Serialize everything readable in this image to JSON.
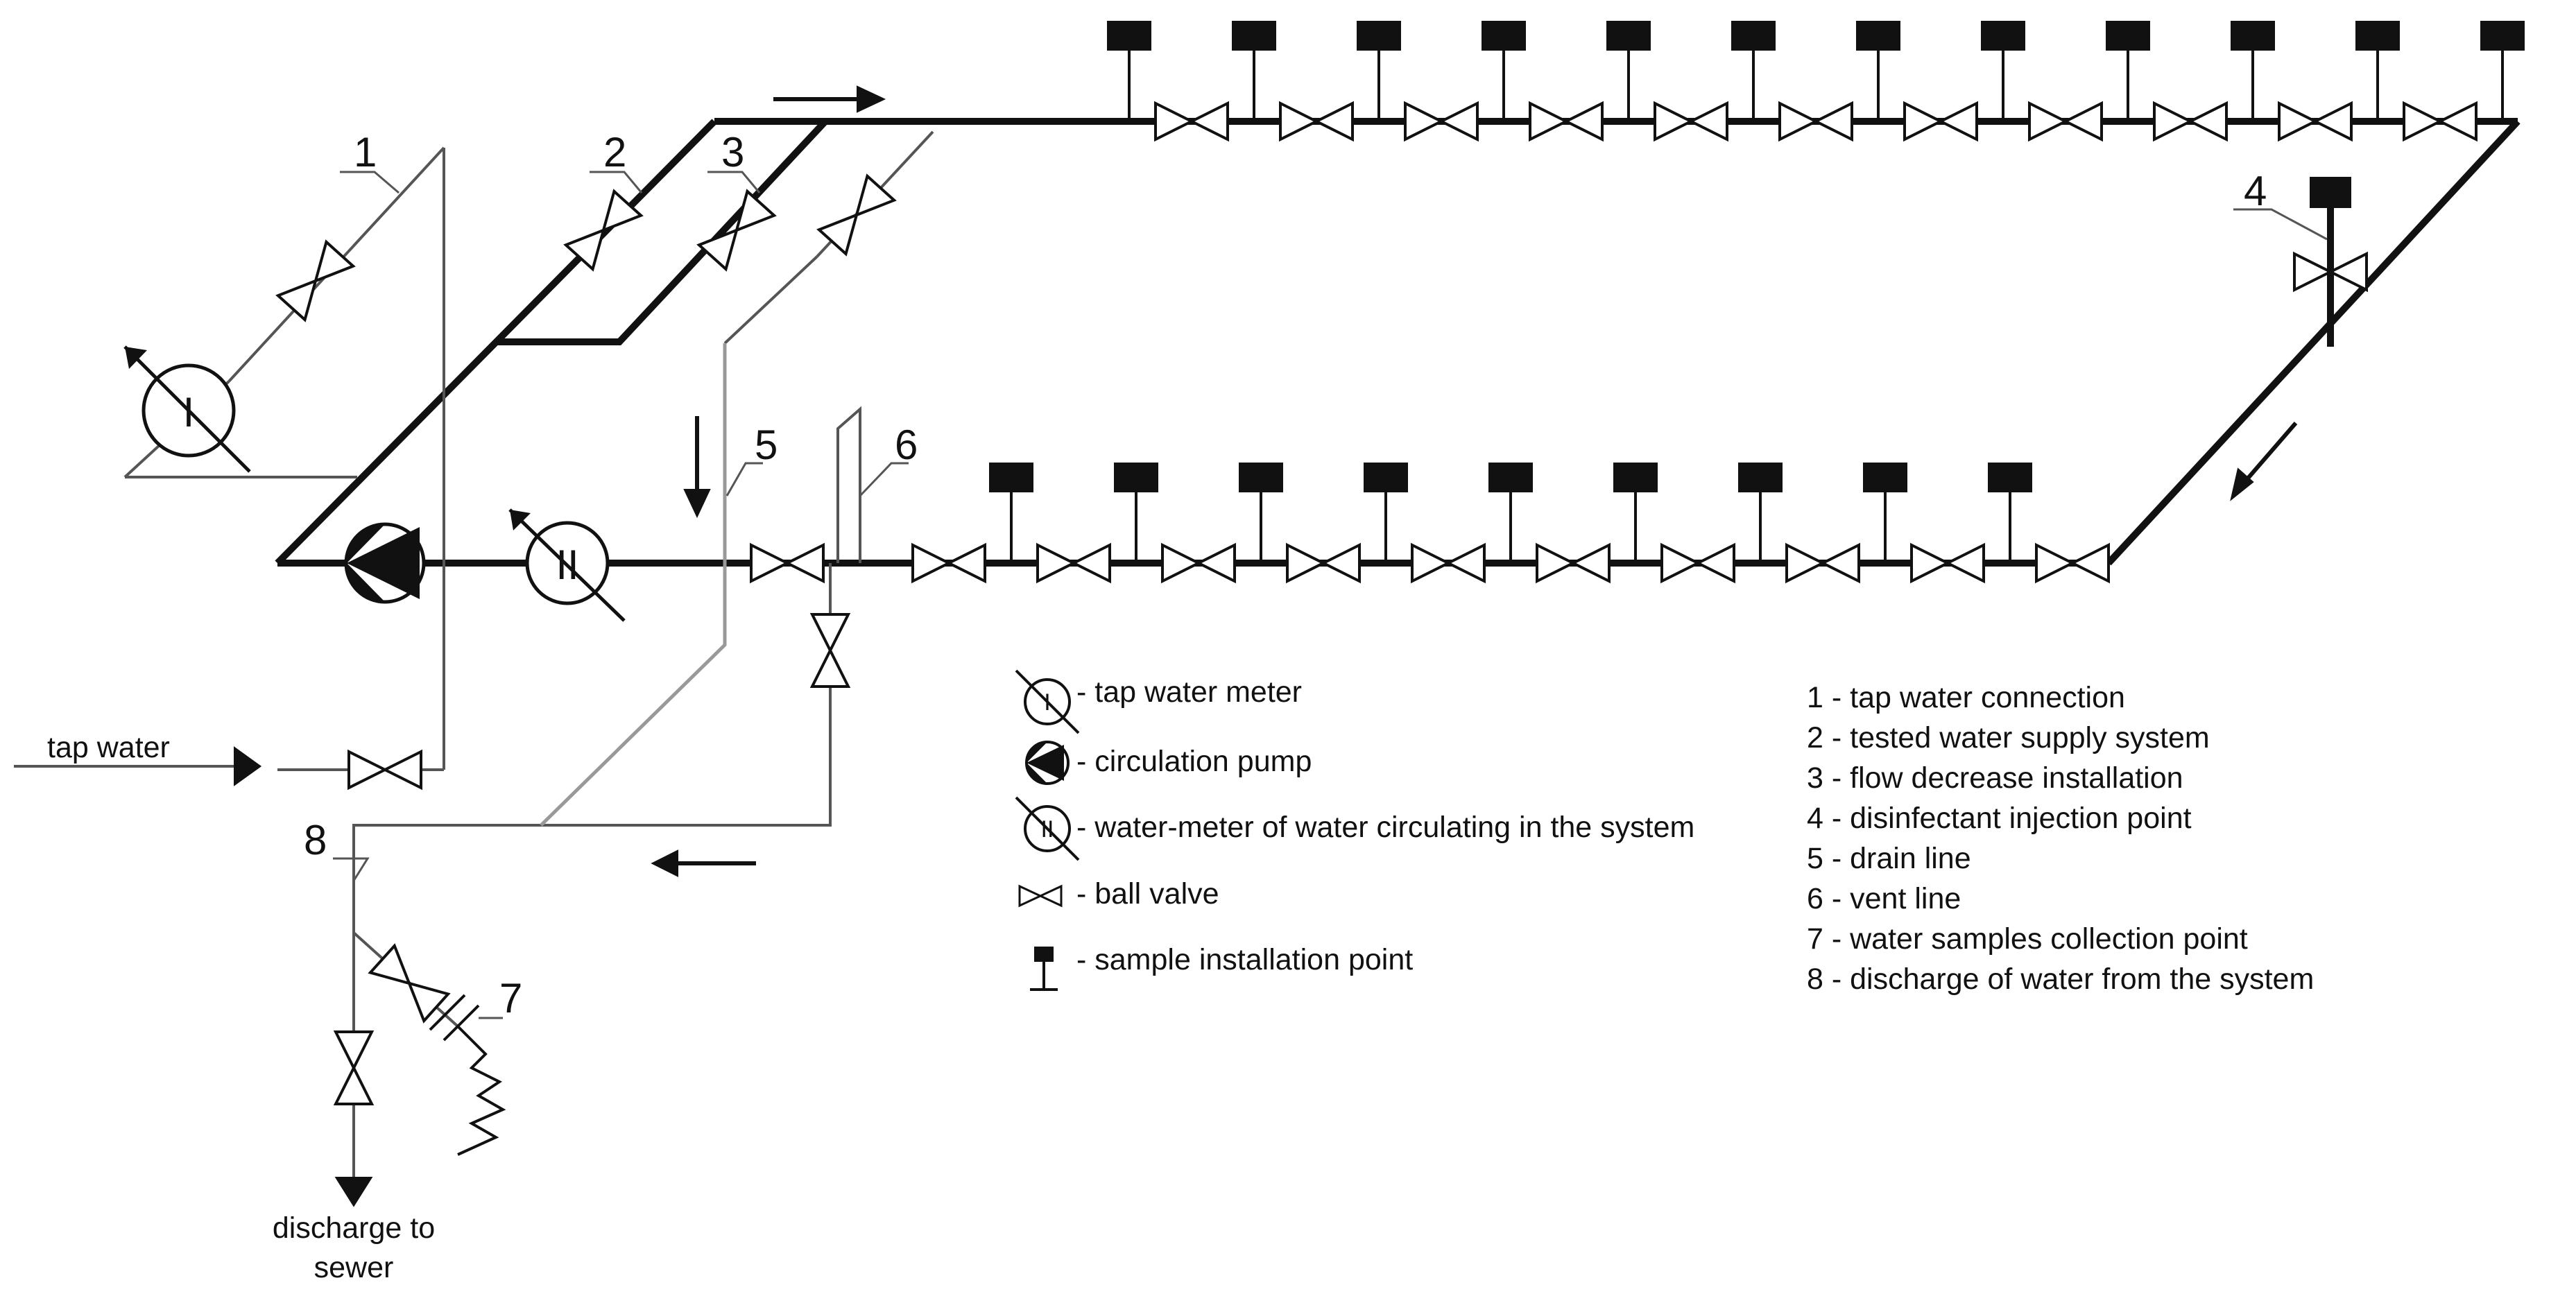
{
  "numbers": {
    "n1": "1",
    "n2": "2",
    "n3": "3",
    "n4": "4",
    "n5": "5",
    "n6": "6",
    "n7": "7",
    "n8": "8"
  },
  "meter_marks": {
    "tap": "I",
    "circulation": "II"
  },
  "labels": {
    "tap_water": "tap water",
    "discharge_line1": "discharge to",
    "discharge_line2": "sewer"
  },
  "legend_symbols": [
    {
      "icon": "water-meter-icon",
      "text": "- tap water meter"
    },
    {
      "icon": "circulation-pump-icon",
      "text": "- circulation pump"
    },
    {
      "icon": "water-meter-icon",
      "text": "- water-meter of water circulating in the system"
    },
    {
      "icon": "ball-valve-icon",
      "text": "- ball valve"
    },
    {
      "icon": "sample-point-icon",
      "text": "- sample installation point"
    }
  ],
  "legend_numbers": [
    "1 - tap water connection",
    "2 - tested water supply system",
    "3 - flow decrease installation",
    "4 - disinfectant injection point",
    "5 - drain line",
    "6 - vent line",
    "7 - water samples collection point",
    "8 - discharge of water from the system"
  ],
  "colors": {
    "ink": "#111111",
    "thin_line": "#555555",
    "drain_line": "#999999"
  }
}
